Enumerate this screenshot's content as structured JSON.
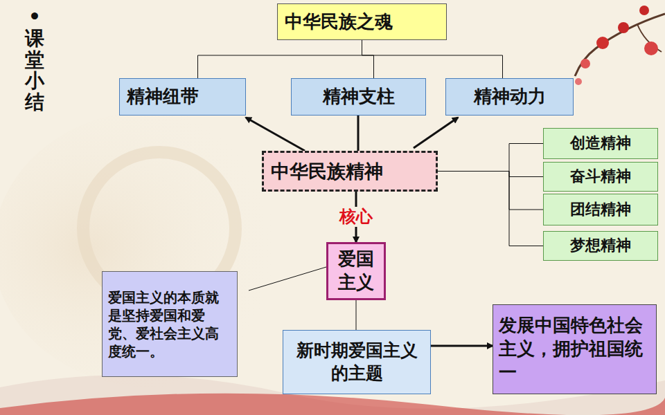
{
  "diagram": {
    "nodes": [
      {
        "text": [
          "中华民族之魂"
        ]
      },
      {
        "text": [
          "精神纽带"
        ]
      },
      {
        "text": [
          "精神支柱"
        ]
      },
      {
        "text": [
          "精神动力"
        ]
      },
      {
        "text": [
          "中华民族精神"
        ]
      },
      {
        "text": [
          "创造精神"
        ]
      },
      {
        "text": [
          "奋斗精神"
        ]
      },
      {
        "text": [
          "团结精神"
        ]
      },
      {
        "text": [
          "梦想精神"
        ]
      },
      {
        "text": [
          "爱国主义"
        ]
      },
      {
        "text": [
          "爱国主义的本质就是坚持爱国和爱党、爱社会主义高度统一。"
        ]
      },
      {
        "text": [
          "新时期爱国主义的主题"
        ]
      },
      {
        "text": [
          "发展中国特色社会主义，拥护祖国统一"
        ]
      }
    ],
    "edges": [
      {
        "from": 0,
        "to": 1,
        "arrow": "none"
      },
      {
        "from": 0,
        "to": 2,
        "arrow": "none"
      },
      {
        "from": 0,
        "to": 3,
        "arrow": "none"
      },
      {
        "from": 4,
        "to": 1,
        "arrow": "to"
      },
      {
        "from": 4,
        "to": 2,
        "arrow": "none"
      },
      {
        "from": 4,
        "to": 3,
        "arrow": "to"
      },
      {
        "from": 4,
        "to": 5,
        "arrow": "none"
      },
      {
        "from": 4,
        "to": 6,
        "arrow": "none"
      },
      {
        "from": 4,
        "to": 7,
        "arrow": "none"
      },
      {
        "from": 4,
        "to": 8,
        "arrow": "none"
      },
      {
        "from": 4,
        "to": 9,
        "label": "核心",
        "arrow": "to"
      },
      {
        "from": 10,
        "to": 9,
        "arrow": "none"
      },
      {
        "from": 9,
        "to": 11,
        "arrow": "none"
      },
      {
        "from": 11,
        "to": 12,
        "arrow": "to"
      }
    ],
    "labels": [
      "•课堂小结"
    ]
  }
}
